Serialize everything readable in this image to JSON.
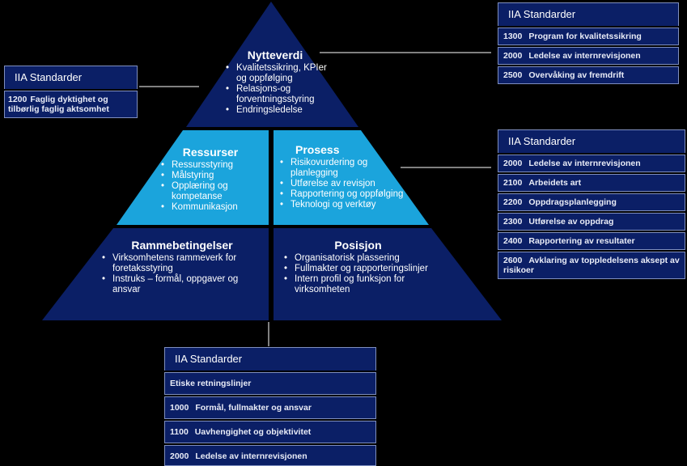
{
  "colors": {
    "background": "#000000",
    "dark_blue": "#0b1f66",
    "light_blue": "#1ba4dc",
    "box_border": "#7f8fbf",
    "connector": "#ffffff"
  },
  "pyramid": {
    "top": {
      "title": "Nytteverdi",
      "items": [
        "Kvalitetssikring, KPIer og oppfølging",
        "Relasjons-og forventningsstyring",
        "Endringsledelse"
      ]
    },
    "mid_left": {
      "title": "Ressurser",
      "items": [
        "Ressursstyring",
        "Målstyring",
        "Opplæring og kompetanse",
        "Kommunikasjon"
      ]
    },
    "mid_right": {
      "title": "Prosess",
      "items": [
        "Risikovurdering og planlegging",
        "Utførelse av revisjon",
        "Rapportering og oppfølging",
        "Teknologi og verktøy"
      ]
    },
    "bottom_left": {
      "title": "Rammebetingelser",
      "items": [
        "Virksomhetens rammeverk for foretaksstyring",
        "Instruks – formål, oppgaver og ansvar"
      ]
    },
    "bottom_right": {
      "title": "Posisjon",
      "items": [
        "Organisatorisk plassering",
        "Fullmakter og rapporteringslinjer",
        "Intern profil og funksjon for virksomheten"
      ]
    }
  },
  "standards": {
    "top_right": {
      "header": "IIA Standarder",
      "rows": [
        {
          "code": "1300",
          "text": "Program for kvalitetssikring"
        },
        {
          "code": "2000",
          "text": "Ledelse av internrevisjonen"
        },
        {
          "code": "2500",
          "text": "Overvåking av fremdrift"
        }
      ]
    },
    "left": {
      "header": "IIA Standarder",
      "rows": [
        {
          "code": "1200",
          "text": "Faglig dyktighet og tilbørlig faglig aktsomhet"
        }
      ]
    },
    "mid_right": {
      "header": "IIA Standarder",
      "rows": [
        {
          "code": "2000",
          "text": "Ledelse av internrevisjonen"
        },
        {
          "code": "2100",
          "text": "Arbeidets art"
        },
        {
          "code": "2200",
          "text": "Oppdragsplanlegging"
        },
        {
          "code": "2300",
          "text": "Utførelse av oppdrag"
        },
        {
          "code": "2400",
          "text": "Rapportering av resultater"
        },
        {
          "code": "2600",
          "text": "Avklaring av toppledelsens aksept av risikoer"
        }
      ]
    },
    "bottom": {
      "header": "IIA Standarder",
      "rows": [
        {
          "code": "",
          "text": "Etiske retningslinjer"
        },
        {
          "code": "1000",
          "text": "Formål, fullmakter og ansvar"
        },
        {
          "code": "1100",
          "text": "Uavhengighet og objektivitet"
        },
        {
          "code": "2000",
          "text": "Ledelse av internrevisjonen"
        }
      ]
    }
  }
}
